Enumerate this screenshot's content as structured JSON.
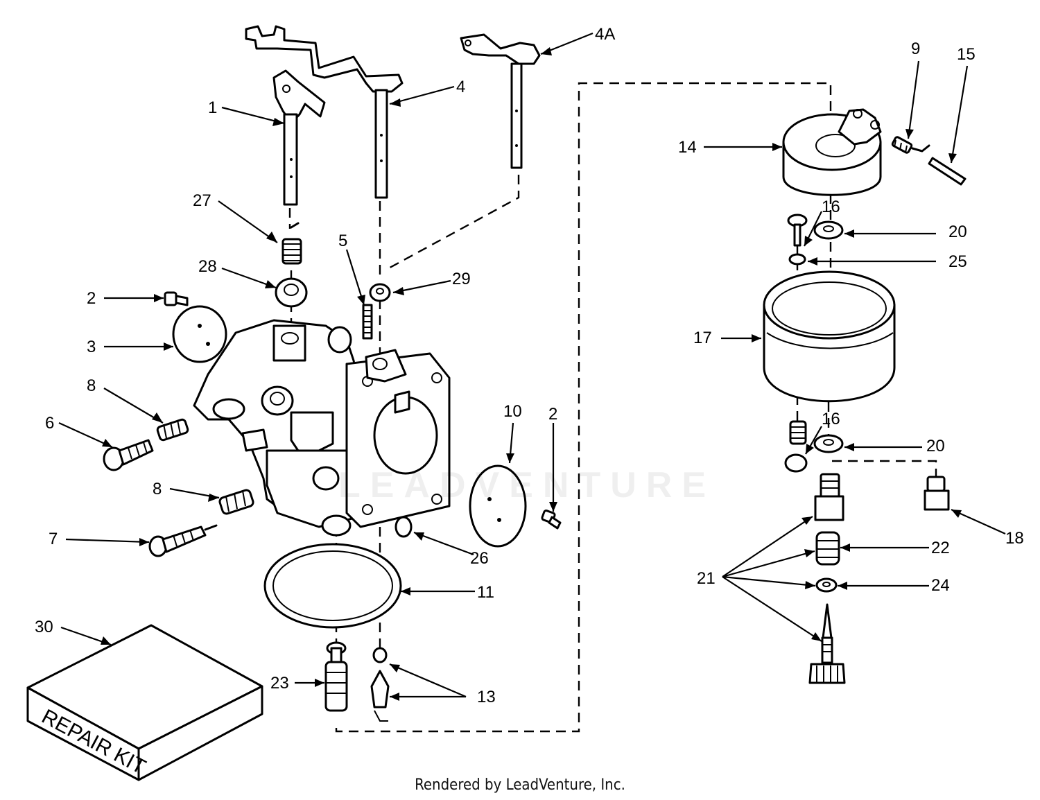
{
  "labels": {
    "p1": "1",
    "p2a": "2",
    "p2b": "2",
    "p3": "3",
    "p4": "4",
    "p4a": "4A",
    "p5": "5",
    "p6": "6",
    "p7": "7",
    "p8a": "8",
    "p8b": "8",
    "p9": "9",
    "p10": "10",
    "p11": "11",
    "p13": "13",
    "p14": "14",
    "p15": "15",
    "p16a": "16",
    "p16b": "16",
    "p17": "17",
    "p18": "18",
    "p20a": "20",
    "p20b": "20",
    "p21": "21",
    "p22": "22",
    "p23": "23",
    "p24": "24",
    "p25": "25",
    "p26": "26",
    "p27": "27",
    "p28": "28",
    "p29": "29",
    "p30": "30"
  },
  "kit_label": "REPAIR KIT",
  "watermark": "LEADVENTURE",
  "credit": "Rendered by LeadVenture, Inc.",
  "colors": {
    "line": "#000000",
    "background": "#ffffff"
  }
}
